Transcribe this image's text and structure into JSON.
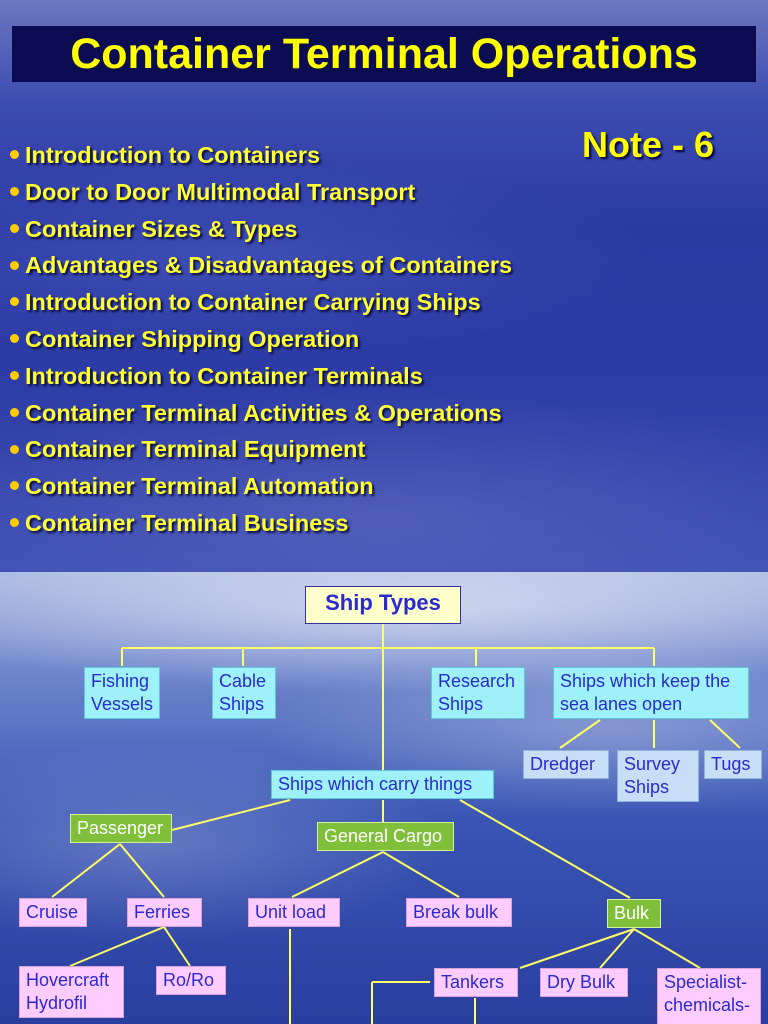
{
  "slide1": {
    "title": "Container Terminal Operations",
    "note": "Note - 6",
    "topics": [
      "Introduction to Containers",
      "Door to Door Multimodal Transport",
      "Container Sizes & Types",
      "Advantages & Disadvantages of Containers",
      "Introduction to Container Carrying Ships",
      "Container Shipping Operation",
      "Introduction to Container Terminals",
      "Container Terminal Activities & Operations",
      "Container Terminal Equipment",
      "Container Terminal Automation",
      "Container Terminal Business"
    ],
    "colors": {
      "title_bar": "#0b0c52",
      "text": "#ffff00",
      "bullet": "#ffcc00"
    }
  },
  "slide2": {
    "root": "Ship Types",
    "nodes": {
      "fishing": "Fishing Vessels",
      "cable": "Cable Ships",
      "research": "Research Ships",
      "sea_lanes": "Ships which keep the sea lanes open",
      "dredger": "Dredger",
      "survey": "Survey Ships",
      "tugs": "Tugs",
      "carry": "Ships which carry things",
      "passenger": "Passenger",
      "general_cargo": "General Cargo",
      "cruise": "Cruise",
      "ferries": "Ferries",
      "unit_load": "Unit load",
      "break_bulk": "Break bulk",
      "bulk": "Bulk",
      "hovercraft": "Hovercraft Hydrofil",
      "roro": "Ro/Ro",
      "tankers": "Tankers",
      "dry_bulk": "Dry Bulk",
      "specialist": "Specialist- chemicals-"
    },
    "colors": {
      "cyan": "#9ef1f8",
      "pink": "#ffccff",
      "blue": "#c6def6",
      "green": "#7fbf3a",
      "connector": "#ffff66"
    }
  }
}
